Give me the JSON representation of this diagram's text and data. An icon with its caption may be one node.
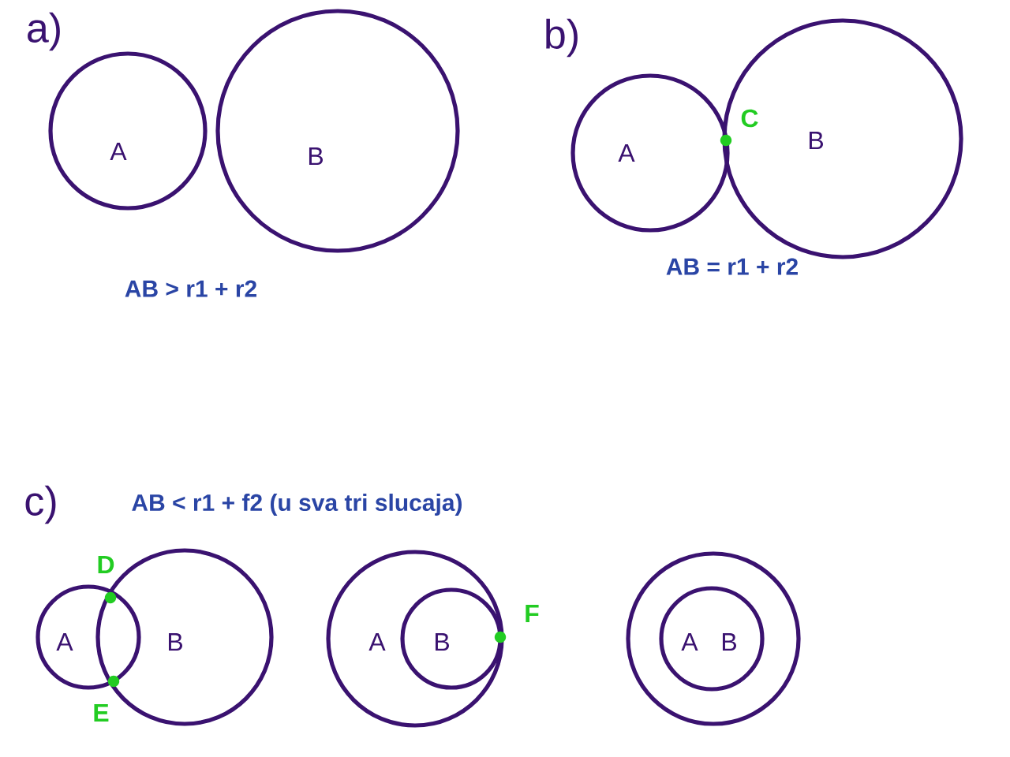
{
  "diagram": {
    "nodes": [
      {
        "text": [
          "A"
        ]
      },
      {
        "text": [
          "B"
        ]
      },
      {
        "text": [
          "A"
        ]
      },
      {
        "text": [
          "B"
        ]
      },
      {
        "text": [
          "A"
        ]
      },
      {
        "text": [
          "B"
        ]
      },
      {
        "text": [
          "A"
        ]
      },
      {
        "text": [
          "B"
        ],
        "in": 6
      },
      {
        "text": [],
        "shape": "circle"
      },
      {
        "text": [
          "A",
          "B"
        ],
        "in": 8
      }
    ],
    "labels": [
      "a)",
      "b)",
      "C",
      "AB > r1 + r2",
      "AB = r1 + r2",
      "c)",
      "AB < r1 + f2 (u sva tri slucaja)",
      "D",
      "F",
      "E"
    ]
  }
}
